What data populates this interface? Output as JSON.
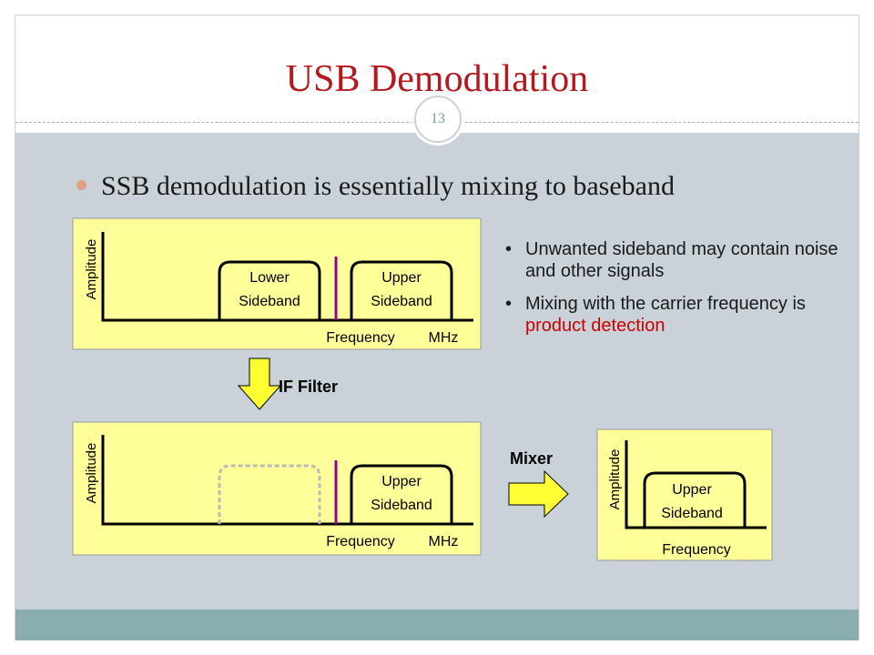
{
  "slide": {
    "title": "USB Demodulation",
    "page_number": "13",
    "main_bullet": "SSB demodulation is essentially mixing to baseband"
  },
  "notes": [
    {
      "text": "Unwanted sideband may contain noise and other signals"
    },
    {
      "text_before": "Mixing with the carrier frequency is ",
      "highlight": "product detection"
    }
  ],
  "diagram": {
    "panel_top": {
      "y_label": "Amplitude",
      "x_label": "Frequency",
      "x_unit": "MHz",
      "lower_line1": "Lower",
      "lower_line2": "Sideband",
      "upper_line1": "Upper",
      "upper_line2": "Sideband"
    },
    "if_filter_label": "IF Filter",
    "panel_bottom": {
      "y_label": "Amplitude",
      "x_label": "Frequency",
      "x_unit": "MHz",
      "upper_line1": "Upper",
      "upper_line2": "Sideband"
    },
    "mixer_label": "Mixer",
    "panel_baseband": {
      "y_label": "Amplitude",
      "x_label": "Frequency",
      "upper_line1": "Upper",
      "upper_line2": "Sideband"
    },
    "colors": {
      "panel_fill": "#ffff99",
      "arrow_fill": "#ffff33",
      "carrier_line": "#990099",
      "filtered_outline": "#bbbbbb",
      "highlight_text": "#cc0000"
    }
  }
}
